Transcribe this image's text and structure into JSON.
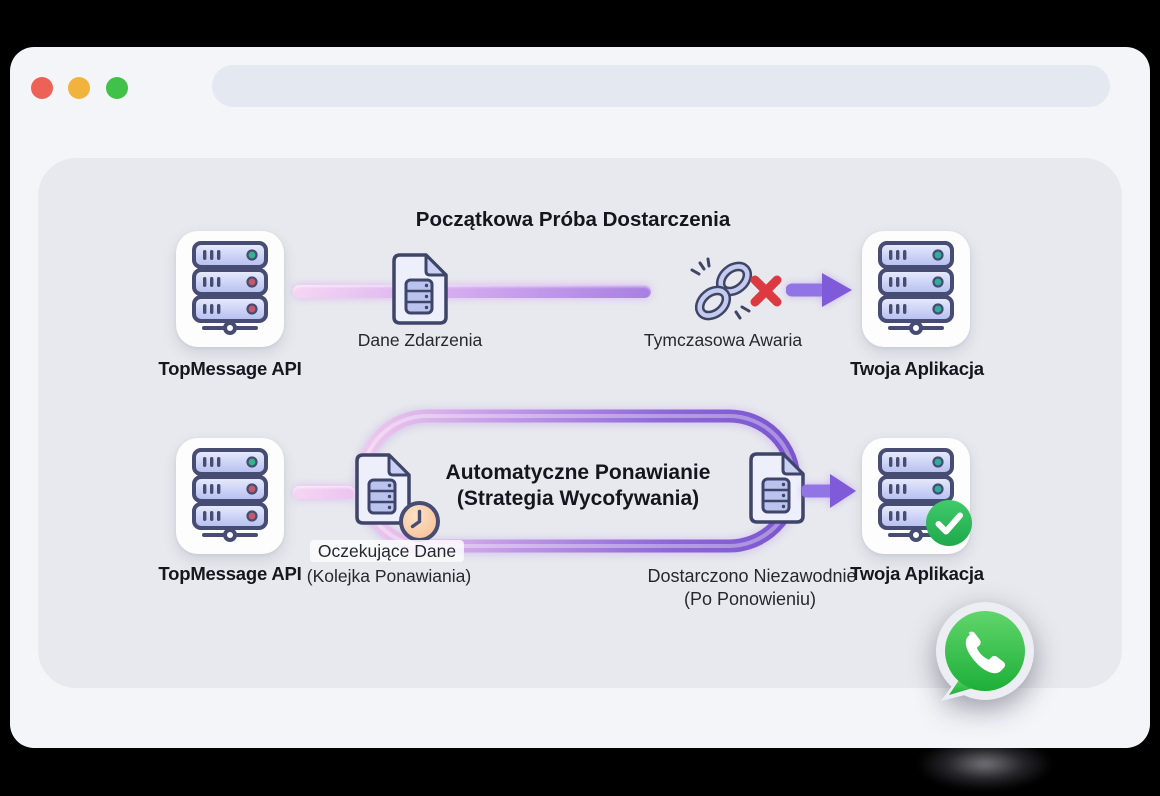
{
  "browser": {
    "traffic_lights": [
      {
        "name": "close",
        "color": "#ee6156"
      },
      {
        "name": "minimize",
        "color": "#f0b43e"
      },
      {
        "name": "zoom",
        "color": "#40c14a"
      }
    ],
    "url_value": ""
  },
  "colors": {
    "background": "#000000",
    "window_bg": "#f3f5f9",
    "panel_bg": "#e8e9ee",
    "accent_purple": "#8a6ce0",
    "accent_pink": "#f2c9ef",
    "error_red": "#dc3a40",
    "success_green": "#2fbd5d",
    "whatsapp_green": "#25b23e",
    "led_green": "#35b489",
    "led_red": "#c85767",
    "led_teal": "#2fae9b",
    "outline_ink": "#474c72"
  },
  "icons": {
    "server_stack": "server-stack",
    "document": "file-document",
    "broken_chain": "broken-chain",
    "failure_x": "✕",
    "clock_badge": "🕖",
    "success_check": "✓",
    "whatsapp": "phone-bubble"
  },
  "flows": {
    "initial": {
      "title": "Początkowa Próba Dostarczenia",
      "api_label": "TopMessage API",
      "event_label": "Dane Zdarzenia",
      "failure_label": "Tymczasowa Awaria",
      "app_label": "Twoja Aplikacja"
    },
    "retry": {
      "title_line1": "Automatyczne Ponawianie",
      "title_line2": "(Strategia Wycofywania)",
      "api_label": "TopMessage API",
      "queue_line1": "Oczekujące Dane",
      "queue_line2": "(Kolejka Ponawiania)",
      "delivered_line1": "Dostarczono Niezawodnie",
      "delivered_line2": "(Po Ponowieniu)",
      "app_label": "Twoja Aplikacja"
    }
  }
}
